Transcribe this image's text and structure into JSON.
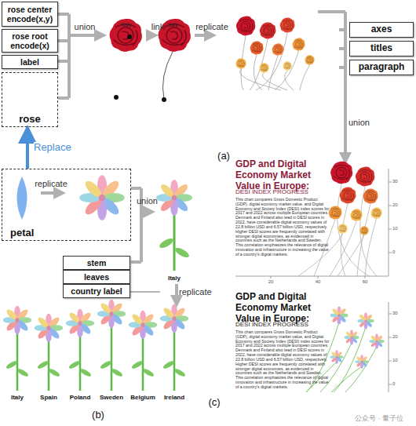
{
  "diagram": {
    "nodes": [
      {
        "text": [
          "rose center encode(x,y)"
        ]
      },
      {
        "text": [
          "rose root encode(x)"
        ]
      },
      {
        "text": [
          "label"
        ]
      },
      {
        "text": [
          "rose"
        ]
      },
      {
        "text": [
          "axes"
        ]
      },
      {
        "text": [
          "titles"
        ]
      },
      {
        "text": [
          "paragraph"
        ]
      },
      {
        "text": [
          "petal"
        ]
      },
      {
        "text": [
          "stem"
        ]
      },
      {
        "text": [
          "leaves"
        ]
      },
      {
        "text": [
          "country label"
        ]
      }
    ],
    "edges": [
      {
        "from": 7,
        "to": 3,
        "arrow": "to",
        "label": "Replace"
      }
    ],
    "labels": [
      "union",
      "Italy",
      "link",
      "Italy",
      "replicate",
      "union",
      "(a)",
      "replicate",
      "union",
      "Italy",
      "replicate",
      "Italy",
      "Spain",
      "Poland",
      "Sweden",
      "Belgium",
      "Ireland",
      "(b)",
      "GDP and Digital Economy Market Value in Europe:",
      "DESI INDEX PROGRESS",
      "This chart compares Gross Domestic Product (GDP), digital economy market value, and Digital Economy and Society Index (DESI) index scores for 2017 and 2022 across multiple European countries. Denmark and Finland also lead in DESI scores in 2022, have considerable digital economy values of 22.8 billion USD and 6.57 billion USD, respectively. Higher DESI scores are frequently correlated with stronger digital economies, as evidenced in countries such as the Netherlands and Sweden. This correlation emphasizes the relevance of digital innovation and infrastructure in increasing the value of a country's digital markets.",
      "30",
      "20",
      "10",
      "0",
      "20",
      "40",
      "60",
      "GDP and Digital Economy Market Value in Europe:",
      "DESI INDEX PROGRESS",
      "This chart compares Gross Domestic Product (GDP), digital economy market value, and Digital Economy and Society Index (DESI) index scores for 2017 and 2022 across multiple European countries. Denmark and Finland also lead in DESI scores in 2022, have considerable digital economy values of 22.8 billion USD and 6.57 billion USD, respectively. Higher DESI scores are frequently correlated with stronger digital economies, as evidenced in countries such as the Netherlands and Sweden. This correlation emphasizes the relevance of digital innovation and infrastructure in increasing the value of a country's digital markets.",
      "30",
      "20",
      "10",
      "0",
      "(c)",
      "公众号 · 量子位"
    ]
  }
}
